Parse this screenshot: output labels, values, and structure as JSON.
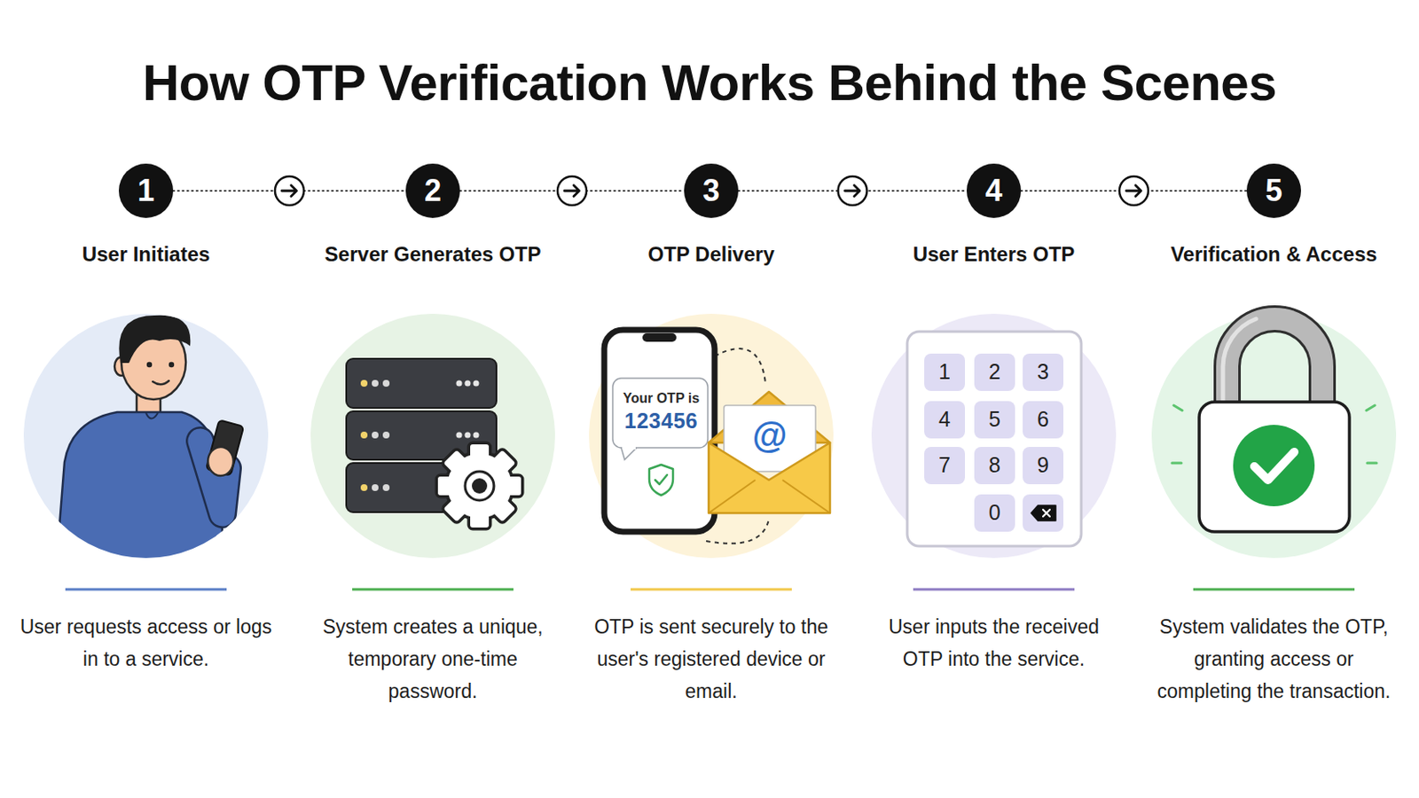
{
  "diagram": {
    "title": "How OTP Verification Works Behind the Scenes",
    "nodes": [
      {
        "text": [
          "1",
          "User Initiates"
        ]
      },
      {
        "text": [
          "2",
          "Server Generates OTP"
        ]
      },
      {
        "text": [
          "3",
          "OTP Delivery"
        ]
      },
      {
        "text": [
          "4",
          "User Enters OTP"
        ]
      },
      {
        "text": [
          "5",
          "Verification & Access"
        ]
      }
    ],
    "edges": [
      {
        "from": 0,
        "to": 1,
        "arrow": "to"
      },
      {
        "from": 1,
        "to": 2,
        "arrow": "to"
      },
      {
        "from": 2,
        "to": 3,
        "arrow": "to"
      },
      {
        "from": 3,
        "to": 4,
        "arrow": "to"
      }
    ],
    "labels": [
      "Your OTP is",
      "123456",
      "@",
      "1",
      "2",
      "3",
      "4",
      "5",
      "6",
      "7",
      "8",
      "9",
      "0",
      "User requests access or logs in to a service.",
      "System creates a unique, temporary one-time password.",
      "OTP is sent securely to the user's registered device or email.",
      "User inputs the received OTP into the service.",
      "System validates the OTP, granting access or completing the transaction."
    ]
  }
}
